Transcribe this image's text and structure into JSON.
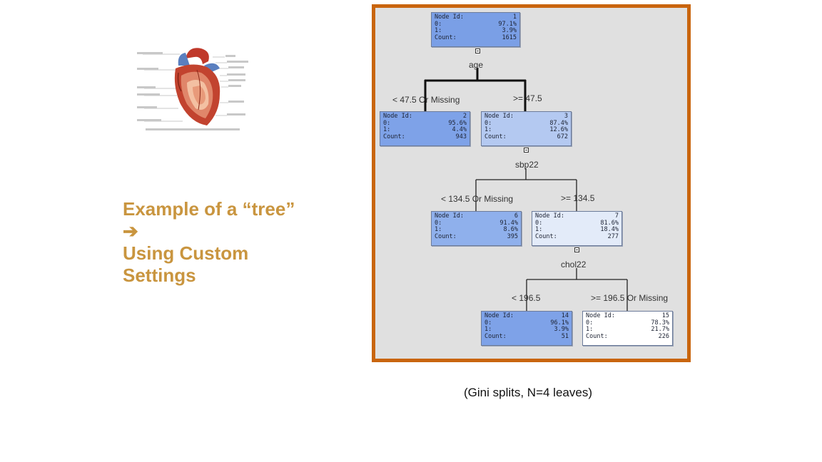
{
  "title": {
    "line1": "Example of a “tree”",
    "arrow": "➔",
    "line2": "Using Custom",
    "line3": "Settings"
  },
  "caption": "(Gini splits, N=4 leaves)",
  "heart": {
    "icon": "heart-anatomy-illustration"
  },
  "colors": {
    "title": "#c9953f",
    "frame": "#c9650e",
    "panel": "#e0e0e0"
  },
  "tree": {
    "nodes": [
      {
        "id": "1",
        "p0": "97.1%",
        "p1": "3.9%",
        "count": "1615",
        "color": "#7a9fe6"
      },
      {
        "id": "2",
        "p0": "95.6%",
        "p1": "4.4%",
        "count": "943",
        "color": "#7ea2e8"
      },
      {
        "id": "3",
        "p0": "87.4%",
        "p1": "12.6%",
        "count": "672",
        "color": "#b4c9f1"
      },
      {
        "id": "6",
        "p0": "91.4%",
        "p1": "8.6%",
        "count": "395",
        "color": "#8fb0ec"
      },
      {
        "id": "7",
        "p0": "81.6%",
        "p1": "18.4%",
        "count": "277",
        "color": "#e3ebf9"
      },
      {
        "id": "14",
        "p0": "96.1%",
        "p1": "3.9%",
        "count": "51",
        "color": "#7ea2e8"
      },
      {
        "id": "15",
        "p0": "78.3%",
        "p1": "21.7%",
        "count": "226",
        "color": "#ffffff"
      }
    ],
    "field_labels": {
      "id": "Node Id:",
      "zero": "0:",
      "one": "1:",
      "count": "Count:"
    },
    "splits": [
      {
        "variable": "age",
        "left": "< 47.5 Or Missing",
        "right": ">= 47.5"
      },
      {
        "variable": "sbp22",
        "left": "< 134.5 Or Missing",
        "right": ">= 134.5"
      },
      {
        "variable": "chol22",
        "left": "< 196.5",
        "right": ">= 196.5 Or Missing"
      }
    ]
  }
}
